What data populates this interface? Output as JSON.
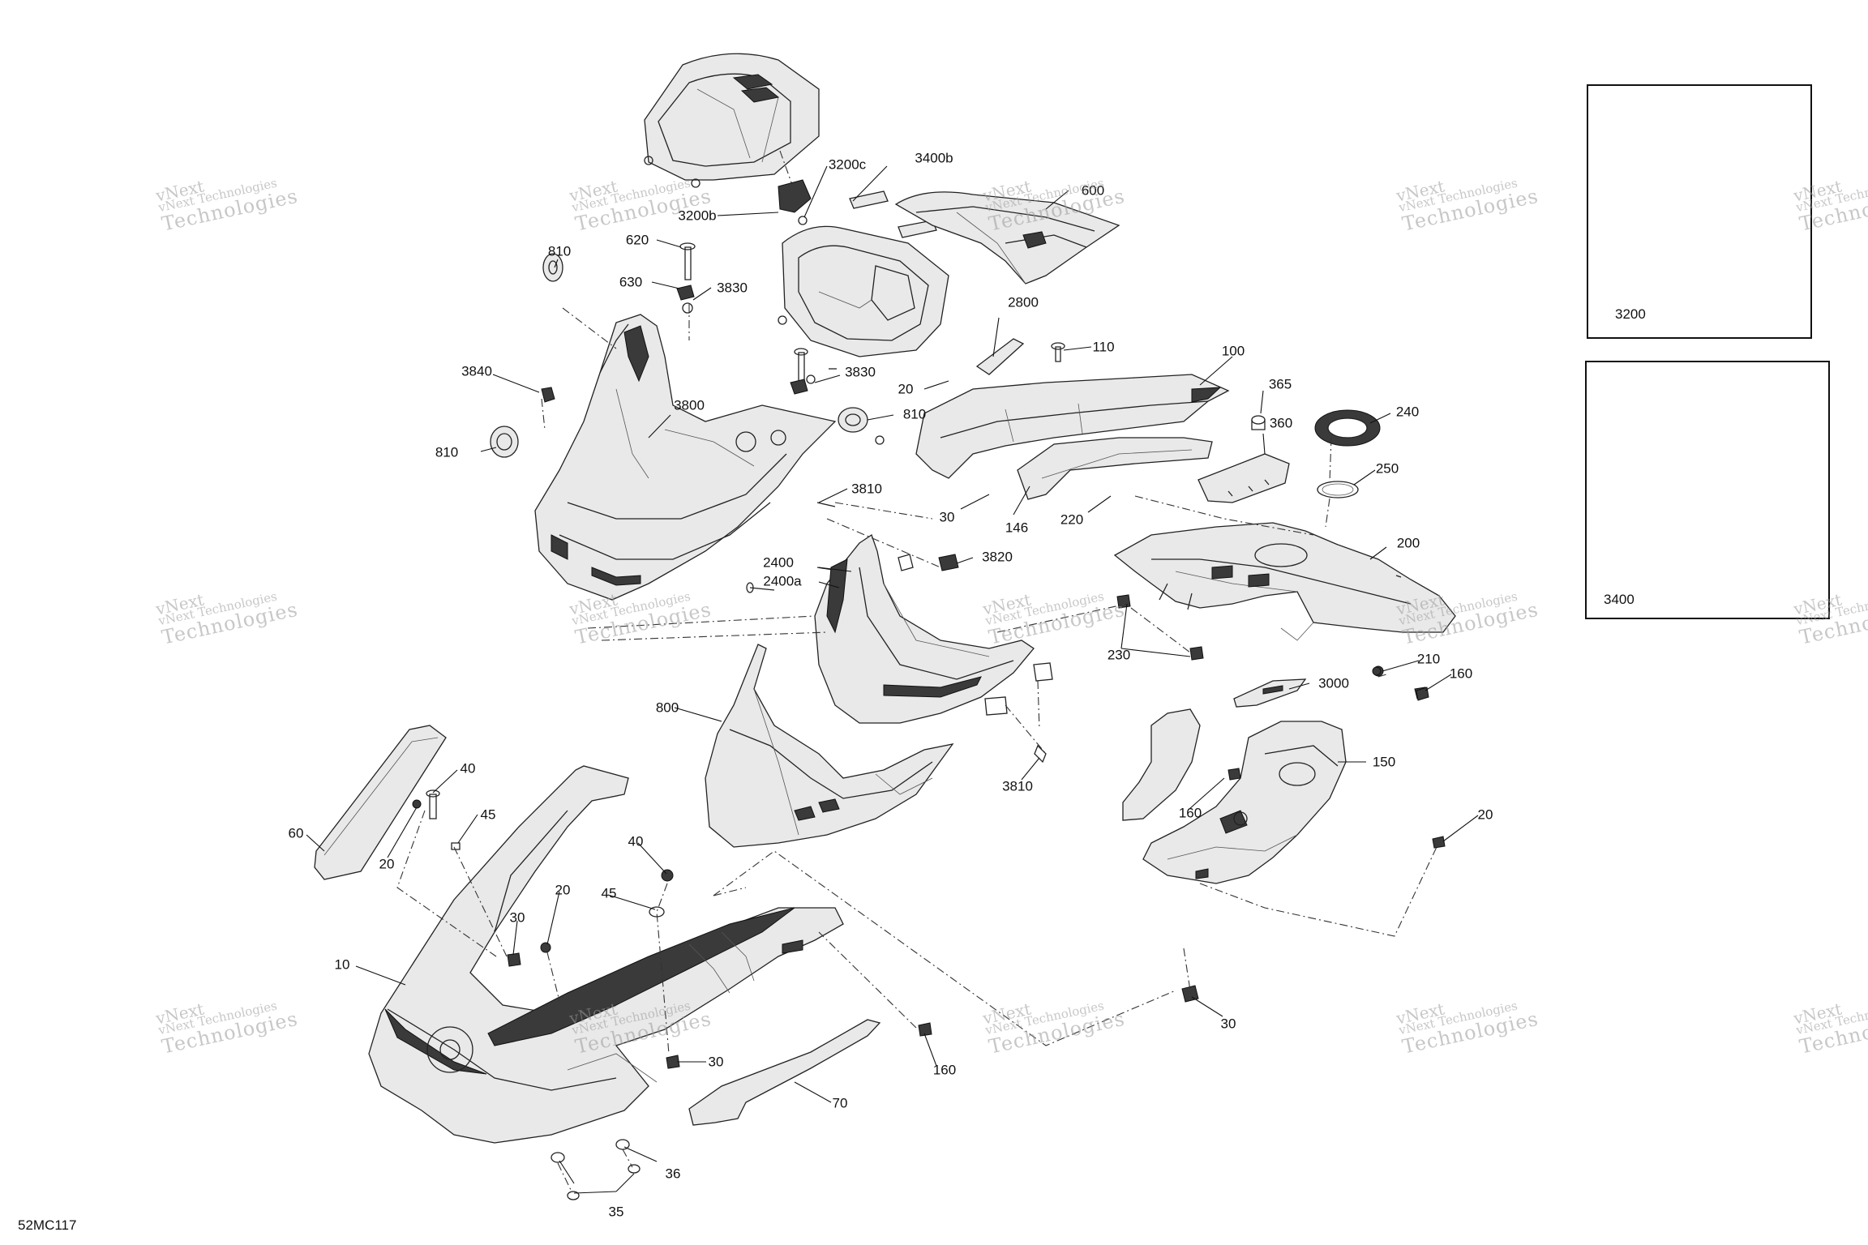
{
  "diagram_code": "52MC117",
  "watermark": {
    "line1": "vNext",
    "line2": "vNext Technologies",
    "line3": "Technologies"
  },
  "insets": [
    {
      "label": "3200"
    },
    {
      "label": "3400"
    }
  ],
  "callouts": [
    "3200c",
    "3400b",
    "600",
    "3200b",
    "620",
    "810",
    "630",
    "3830",
    "3840",
    "3800",
    "810",
    "810",
    "3830",
    "2800",
    "110",
    "20",
    "100",
    "365",
    "360",
    "240",
    "250",
    "3810",
    "146",
    "220",
    "30",
    "2400",
    "2400a",
    "3820",
    "200",
    "230",
    "210",
    "3000",
    "160",
    "800",
    "3810",
    "150",
    "160",
    "20",
    "40",
    "60",
    "45",
    "20",
    "40",
    "20",
    "45",
    "30",
    "10",
    "30",
    "160",
    "70",
    "36",
    "35",
    "30"
  ]
}
